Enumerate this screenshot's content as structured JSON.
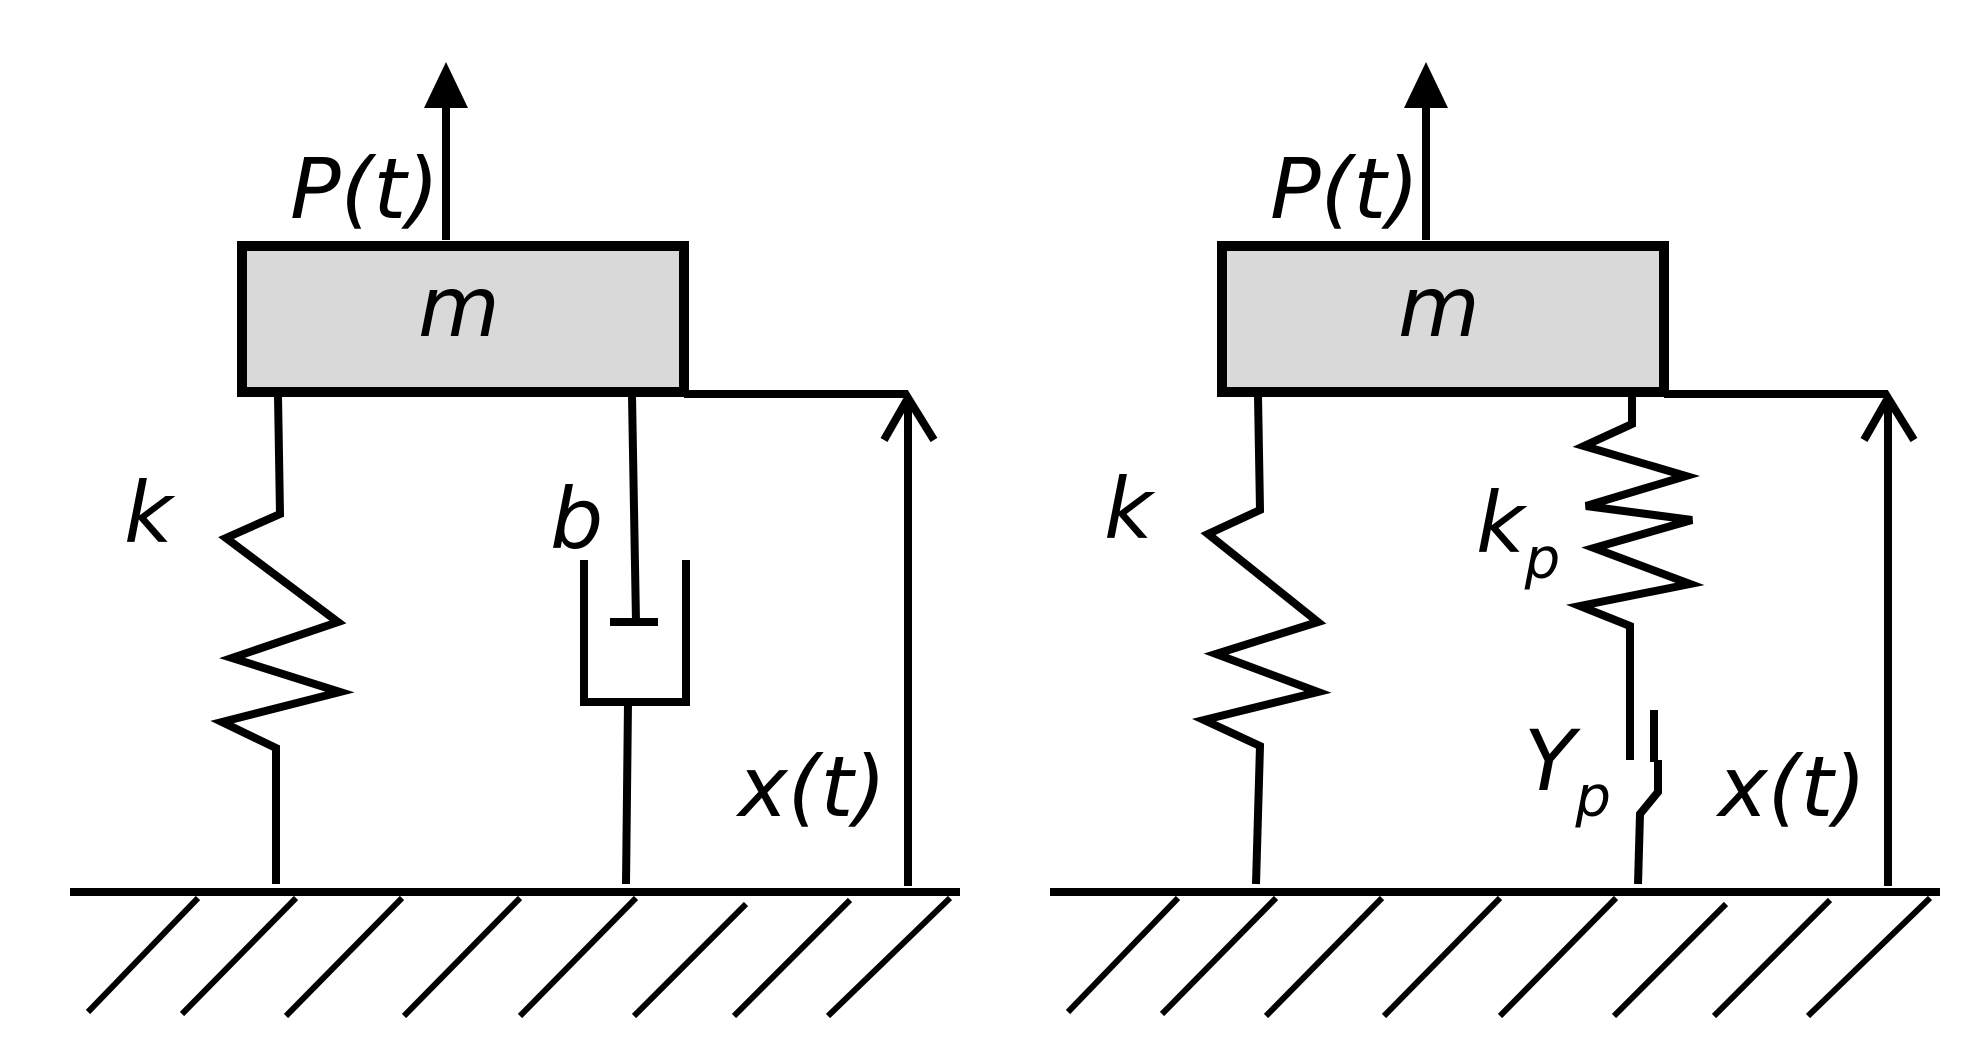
{
  "left_system": {
    "force_label": "P(t)",
    "mass_label": "m",
    "spring_label": "k",
    "damper_label": "b",
    "displacement_label": "x(t)"
  },
  "right_system": {
    "force_label": "P(t)",
    "mass_label": "m",
    "spring_label": "k",
    "plastic_spring_label": "k",
    "plastic_spring_subscript": "p",
    "slider_label": "Y",
    "slider_subscript": "p",
    "displacement_label": "x(t)"
  },
  "colors": {
    "mass_fill": "#d9d9d9",
    "line": "#000000",
    "background": "#ffffff"
  }
}
